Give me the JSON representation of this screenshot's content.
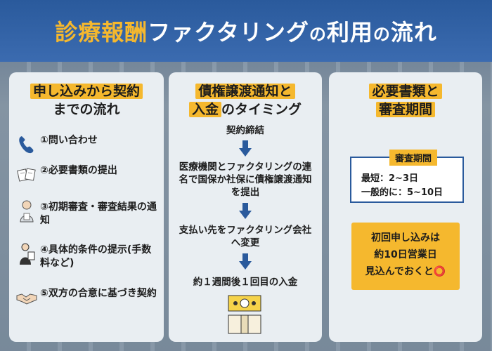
{
  "header": {
    "title_part1": "診療報酬",
    "title_part2": "ファクタリング",
    "title_part3": "の",
    "title_part4": "利用",
    "title_part5": "の",
    "title_part6": "流れ"
  },
  "panel1": {
    "title_line1": "申し込みから契約",
    "title_line2": "までの流れ",
    "steps": [
      {
        "icon": "phone-icon",
        "label": "①問い合わせ"
      },
      {
        "icon": "documents-icon",
        "label": "②必要書類の提出"
      },
      {
        "icon": "reviewer-icon",
        "label": "③初期審査・審査結果の通知"
      },
      {
        "icon": "presenter-icon",
        "label": "④具体的条件の提示(手数料など)"
      },
      {
        "icon": "handshake-icon",
        "label": "⑤双方の合意に基づき契約"
      }
    ]
  },
  "panel2": {
    "title_line1": "債権譲渡通知と",
    "title_line2_a": "入金",
    "title_line2_b": "のタイミング",
    "flow": [
      "契約締結",
      "医療機関とファクタリングの連名で国保か社保に債権譲渡通知を提出",
      "支払い先をファクタリング会社へ変更",
      "約１週間後１回目の入金"
    ],
    "money_icon": "cash-icon"
  },
  "panel3": {
    "title_line1": "必要書類と",
    "title_line2": "審査期間",
    "period_label": "審査期間",
    "period_short": "最短：2~3日",
    "period_general": "一般的に：5~10日",
    "note_line1": "初回申し込みは",
    "note_line2": "約10日営業日",
    "note_line3": "見込んでおくと⭕"
  },
  "colors": {
    "header_blue": "#2a5a9c",
    "accent_yellow": "#f5b82e",
    "panel_bg": "#e9eef2"
  }
}
